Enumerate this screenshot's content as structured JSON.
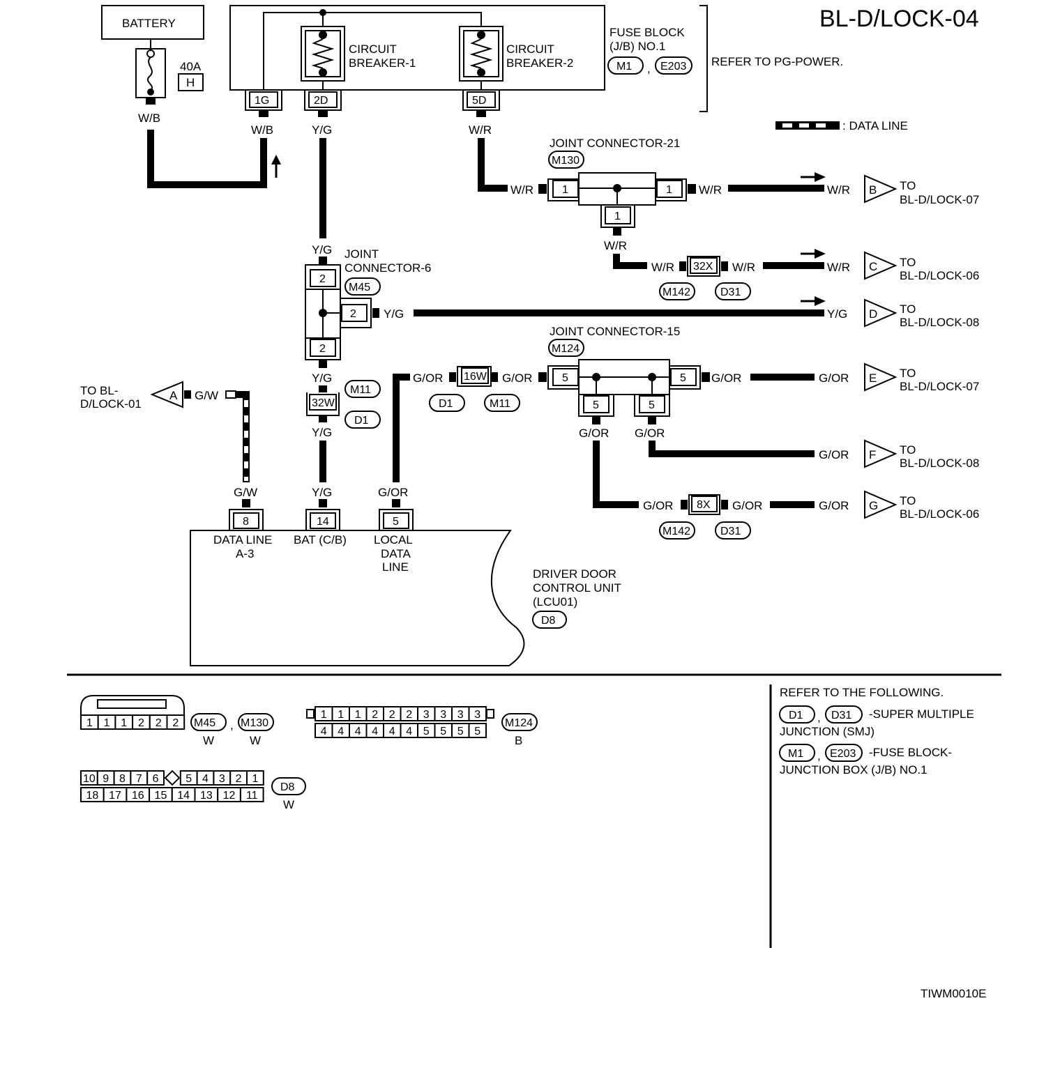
{
  "title": "BL-D/LOCK-04",
  "diagram_id": "TIWM0010E",
  "battery": {
    "label": "BATTERY",
    "fuse_amp": "40A",
    "fuse_id": "H"
  },
  "fuse_block": {
    "label_line1": "FUSE BLOCK",
    "label_line2": "(J/B) NO.1",
    "conn1": "M1",
    "conn2": "E203",
    "sep": ",",
    "refer": "REFER TO PG-POWER.",
    "breaker1_line1": "CIRCUIT",
    "breaker1_line2": "BREAKER-1",
    "breaker2_line1": "CIRCUIT",
    "breaker2_line2": "BREAKER-2",
    "pin_1g": "1G",
    "pin_2d": "2D",
    "pin_5d": "5D"
  },
  "legend": {
    "data_line": ": DATA LINE"
  },
  "wires": {
    "wb": "W/B",
    "yg": "Y/G",
    "wr": "W/R",
    "gor": "G/OR",
    "gw": "G/W"
  },
  "joint21": {
    "line1": "JOINT CONNECTOR-21",
    "conn": "M130",
    "pin": "1"
  },
  "joint6": {
    "line1": "JOINT",
    "line2": "CONNECTOR-6",
    "conn": "M45",
    "pin": "2"
  },
  "joint15": {
    "line1": "JOINT CONNECTOR-15",
    "conn": "M124",
    "pin": "5"
  },
  "inline": {
    "c32x": "32X",
    "c8x": "8X",
    "c16w": "16W",
    "c32w": "32W",
    "m142": "M142",
    "d31": "D31",
    "d1": "D1",
    "m11": "M11"
  },
  "offpage": [
    {
      "letter": "B",
      "to": "TO",
      "dest": "BL-D/LOCK-07"
    },
    {
      "letter": "C",
      "to": "TO",
      "dest": "BL-D/LOCK-06"
    },
    {
      "letter": "D",
      "to": "TO",
      "dest": "BL-D/LOCK-08"
    },
    {
      "letter": "E",
      "to": "TO",
      "dest": "BL-D/LOCK-07"
    },
    {
      "letter": "F",
      "to": "TO",
      "dest": "BL-D/LOCK-08"
    },
    {
      "letter": "G",
      "to": "TO",
      "dest": "BL-D/LOCK-06"
    }
  ],
  "offpage_a": {
    "letter": "A",
    "line1": "TO BL-",
    "line2": "D/LOCK-01"
  },
  "control_unit": {
    "pin8": "8",
    "pin14": "14",
    "pin5": "5",
    "pin8_line1": "DATA LINE",
    "pin8_line2": "A-3",
    "pin14_line1": "BAT (C/B)",
    "pin5_line1": "LOCAL",
    "pin5_line2": "DATA",
    "pin5_line3": "LINE",
    "name_line1": "DRIVER DOOR",
    "name_line2": "CONTROL UNIT",
    "name_line3": "(LCU01)",
    "conn": "D8"
  },
  "connectors": {
    "m45_m130_pins": [
      "1",
      "1",
      "1",
      "2",
      "2",
      "2"
    ],
    "m45": "M45",
    "m130": "M130",
    "m45_color": "W",
    "m130_color": "W",
    "sep": ",",
    "m124_top": [
      "1",
      "1",
      "1",
      "2",
      "2",
      "2",
      "3",
      "3",
      "3",
      "3"
    ],
    "m124_bottom": [
      "4",
      "4",
      "4",
      "4",
      "4",
      "4",
      "5",
      "5",
      "5",
      "5"
    ],
    "m124": "M124",
    "m124_color": "B",
    "d8_top": [
      "10",
      "9",
      "8",
      "7",
      "6",
      "",
      "5",
      "4",
      "3",
      "2",
      "1"
    ],
    "d8_bottom": [
      "18",
      "17",
      "16",
      "15",
      "14",
      "13",
      "12",
      "11"
    ],
    "d8": "D8",
    "d8_color": "W"
  },
  "refer_panel": {
    "heading": "REFER TO THE FOLLOWING.",
    "r1_c1": "D1",
    "r1_c2": "D31",
    "r1_sep": ",",
    "r1_line1": "-SUPER MULTIPLE",
    "r1_line2": "JUNCTION (SMJ)",
    "r2_c1": "M1",
    "r2_c2": "E203",
    "r2_sep": ",",
    "r2_line1": "-FUSE BLOCK-",
    "r2_line2": "JUNCTION BOX (J/B) NO.1"
  }
}
